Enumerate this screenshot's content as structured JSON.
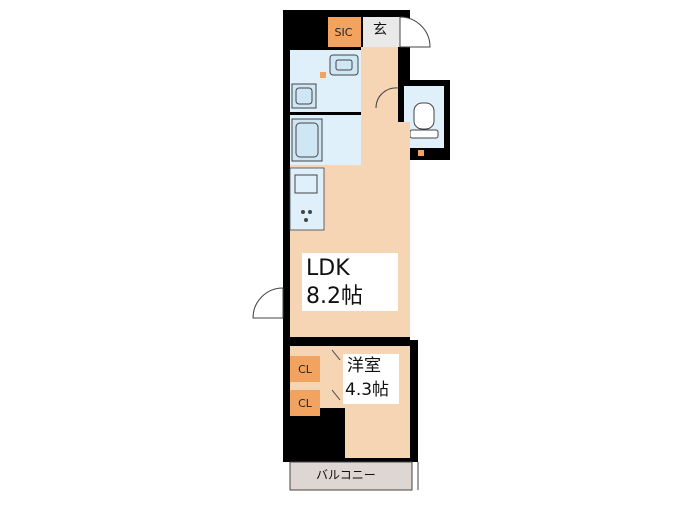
{
  "colors": {
    "wall": "#000000",
    "room_floor": "#f5d5b4",
    "wet_area": "#dff0fb",
    "entrance": "#e9e9e9",
    "balcony": "#ddd6d2",
    "storage_tag": "#f2a360"
  },
  "rooms": {
    "ldk": {
      "name": "LDK",
      "size": "8.2帖"
    },
    "western": {
      "name": "洋室",
      "size": "4.3帖"
    },
    "sic": "SIC",
    "entrance": "玄",
    "closet_upper": "CL",
    "closet_lower": "CL",
    "balcony": "バルコニー"
  },
  "icons": [
    "toilet-icon",
    "washbasin-icon",
    "washing-machine-icon",
    "bathtub-icon",
    "kitchen-sink-icon",
    "stove-icon"
  ]
}
